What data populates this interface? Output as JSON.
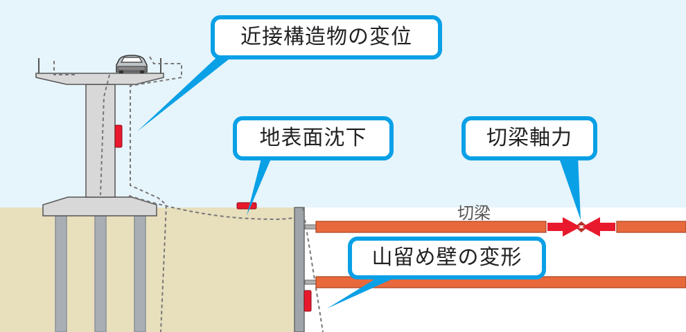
{
  "labels": {
    "adjacent_structure_displacement": "近接構造物の変位",
    "ground_surface_settlement": "地表面沈下",
    "strut_axial_force": "切梁軸力",
    "retaining_wall_deformation": "山留め壁の変形",
    "strut": "切梁"
  },
  "icons": {
    "vehicle": "car-icon",
    "sensor": "sensor-marker"
  },
  "colors": {
    "sky": "#e6f4fb",
    "ground": "#e8dfbd",
    "concrete": "#d8d8d8",
    "callout_border": "#0aa0e6",
    "strut": "#e8693c",
    "sensor": "#e8192c",
    "pile": "#a8aeb4",
    "wall": "#9ea4aa"
  }
}
